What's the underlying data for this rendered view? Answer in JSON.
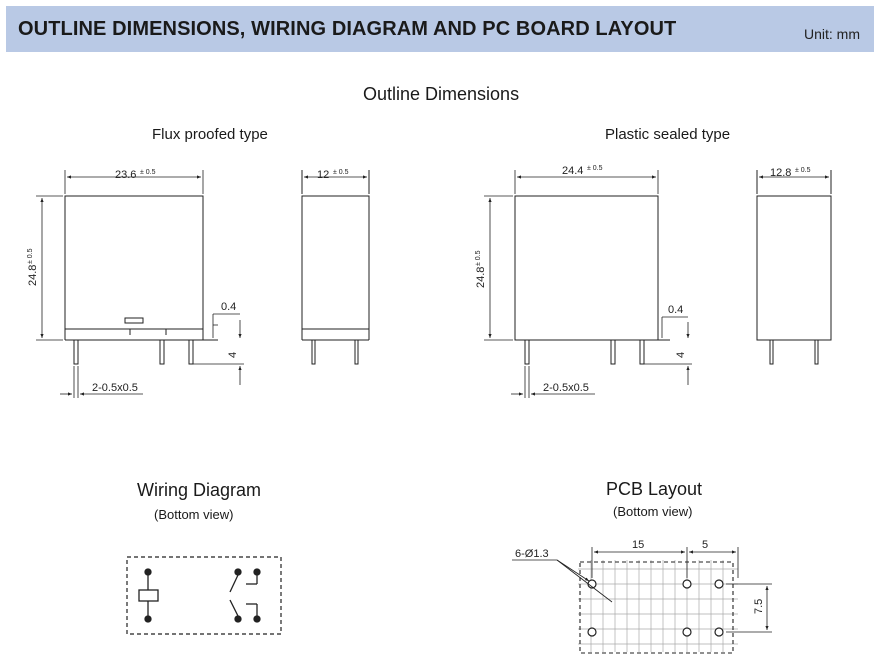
{
  "header": {
    "title": "OUTLINE DIMENSIONS, WIRING DIAGRAM AND PC BOARD LAYOUT",
    "unit": "Unit: mm"
  },
  "outline": {
    "title": "Outline Dimensions",
    "flux": {
      "title": "Flux proofed type",
      "width": "23.6",
      "height": "24.8",
      "depth": "12",
      "tol": "± 0.5",
      "pin_offset": "0.4",
      "pin_len": "4",
      "pin_note": "2-0.5x0.5"
    },
    "sealed": {
      "title": "Plastic sealed type",
      "width": "24.4",
      "height": "24.8",
      "depth": "12.8",
      "tol": "± 0.5",
      "pin_offset": "0.4",
      "pin_len": "4",
      "pin_note": "2-0.5x0.5"
    }
  },
  "wiring": {
    "title": "Wiring Diagram",
    "subtitle": "(Bottom view)"
  },
  "pcb": {
    "title": "PCB Layout",
    "subtitle": "(Bottom view)",
    "holes": "6-Ø1.3",
    "dim_a": "15",
    "dim_b": "5",
    "dim_c": "7.5"
  }
}
